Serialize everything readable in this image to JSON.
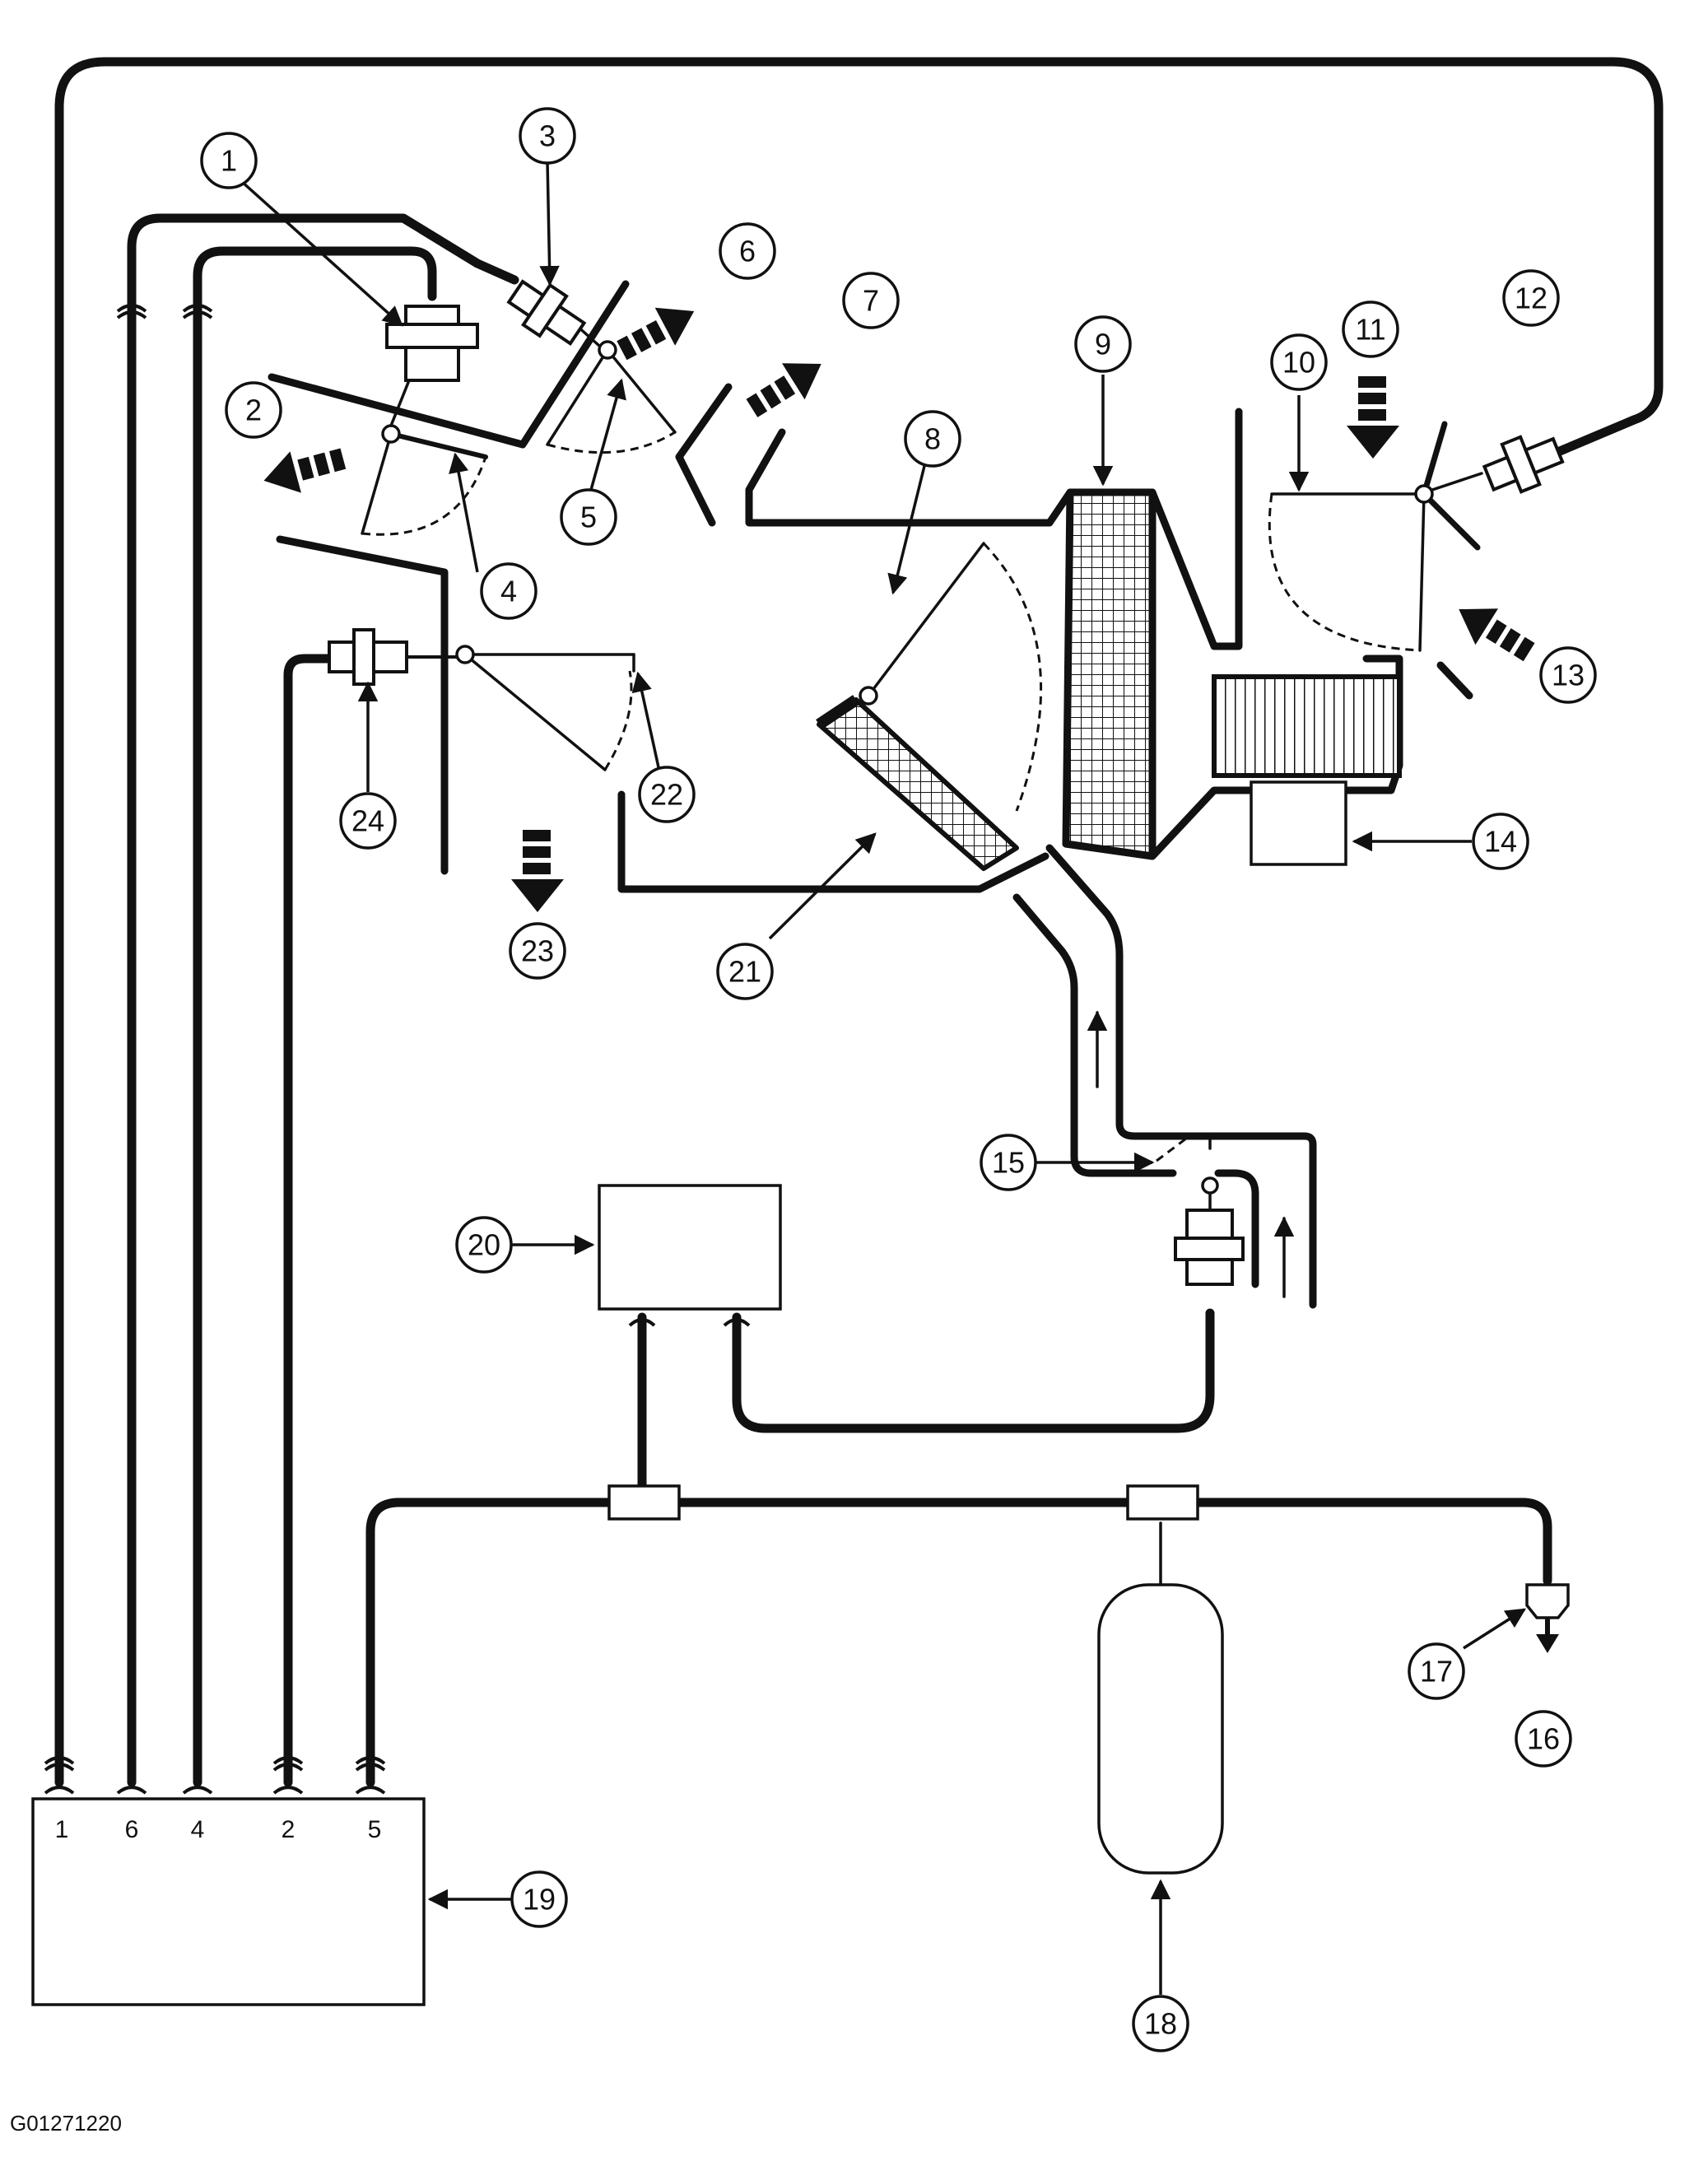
{
  "figure_id": "G01271220",
  "callouts": [
    {
      "n": "1"
    },
    {
      "n": "2"
    },
    {
      "n": "3"
    },
    {
      "n": "4"
    },
    {
      "n": "5"
    },
    {
      "n": "6"
    },
    {
      "n": "7"
    },
    {
      "n": "8"
    },
    {
      "n": "9"
    },
    {
      "n": "10"
    },
    {
      "n": "11"
    },
    {
      "n": "12"
    },
    {
      "n": "13"
    },
    {
      "n": "14"
    },
    {
      "n": "15"
    },
    {
      "n": "16"
    },
    {
      "n": "17"
    },
    {
      "n": "18"
    },
    {
      "n": "19"
    },
    {
      "n": "20"
    },
    {
      "n": "21"
    },
    {
      "n": "22"
    },
    {
      "n": "23"
    },
    {
      "n": "24"
    }
  ],
  "control_module_ports": [
    "1",
    "6",
    "4",
    "2",
    "5"
  ]
}
